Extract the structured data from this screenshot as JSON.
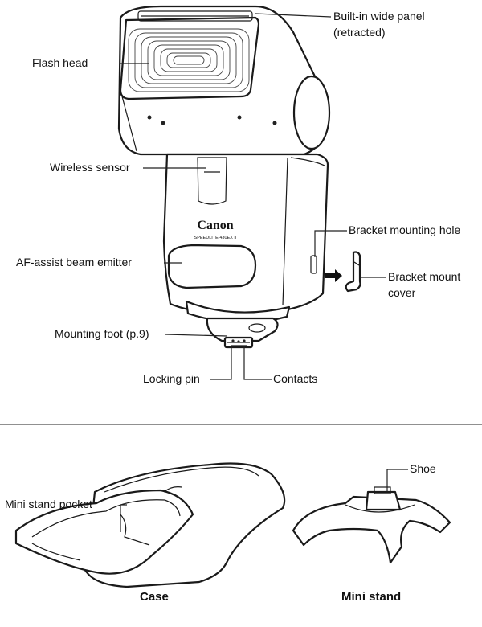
{
  "labels": {
    "built_in_wide_panel": "Built-in wide panel",
    "retracted": "(retracted)",
    "flash_head": "Flash head",
    "wireless_sensor": "Wireless sensor",
    "bracket_mounting_hole": "Bracket mounting hole",
    "af_assist": "AF-assist beam emitter",
    "bracket_mount_cover_line1": "Bracket mount",
    "bracket_mount_cover_line2": "cover",
    "mounting_foot": "Mounting foot (p.9)",
    "locking_pin": "Locking pin",
    "contacts": "Contacts",
    "shoe": "Shoe",
    "mini_stand_pocket": "Mini stand pocket"
  },
  "captions": {
    "case": "Case",
    "mini_stand": "Mini stand"
  },
  "device_text": {
    "brand": "Canon",
    "model": "SPEEDLITE 430EX II"
  }
}
